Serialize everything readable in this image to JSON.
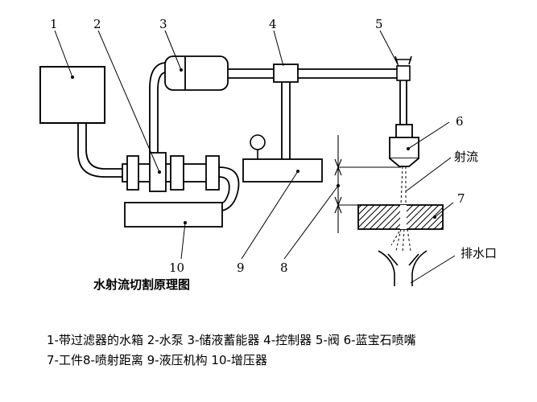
{
  "diagram": {
    "title": "水射流切割原理图",
    "callouts": {
      "n1": "1",
      "n2": "2",
      "n3": "3",
      "n4": "4",
      "n5": "5",
      "n6": "6",
      "n7": "7",
      "n8": "8",
      "n9": "9",
      "n10": "10",
      "jet": "射流",
      "drain": "排水口"
    }
  },
  "legend": {
    "line1": "1-带过滤器的水箱 2-水泵 3-储液蓄能器 4-控制器 5-阀  6-蓝宝石喷嘴",
    "line2": "7-工件8-喷射距离 9-液压机构 10-增压器"
  }
}
